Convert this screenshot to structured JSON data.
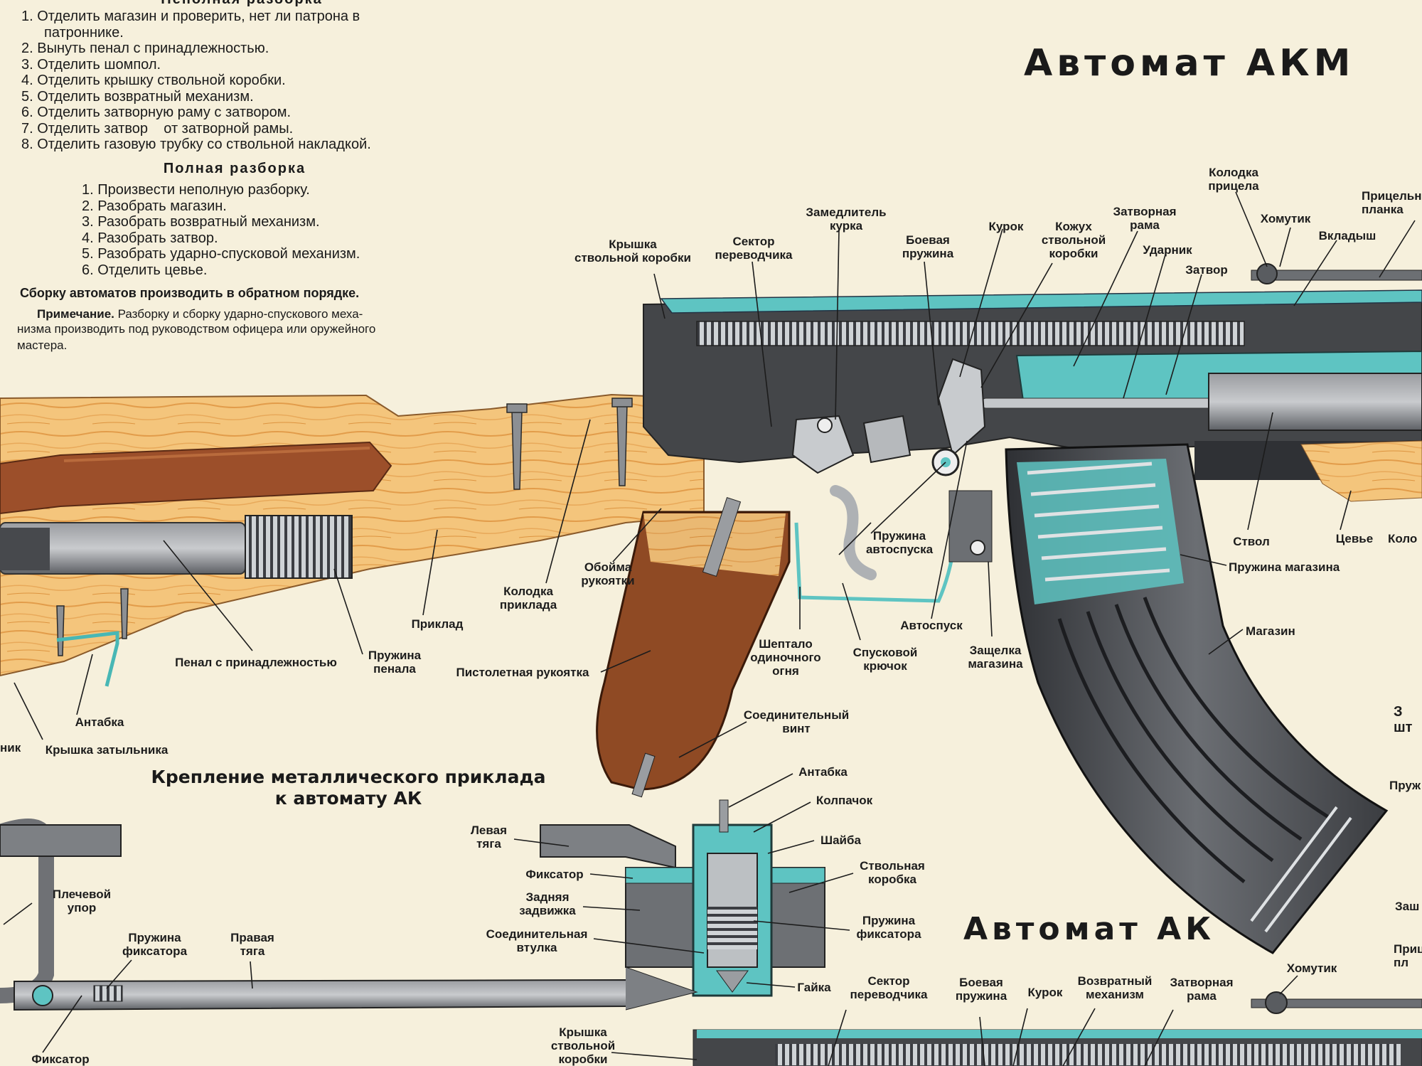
{
  "colors": {
    "paper": "#f6f0dc",
    "teal": "#5ec4c2",
    "metal": "#7b7d80",
    "dark": "#3a3c40",
    "wood_light": "#f2c27a",
    "wood_dark": "#8a4a2c"
  },
  "partial": {
    "title": "Неполная разборка",
    "items": [
      "1. Отделить магазин и проверить, нет ли патрона в",
      "патроннике.",
      "2. Вынуть пенал с принадлежностью.",
      "3. Отделить шомпол.",
      "4. Отделить крышку ствольной коробки.",
      "5. Отделить возвратный механизм.",
      "6. Отделить затворную раму с затвором.",
      "7. Отделить затвор    от затворной рамы.",
      "8. Отделить газовую трубку со ствольной накладкой."
    ]
  },
  "full": {
    "title": "Полная разборка",
    "items": [
      "1. Произвести неполную разборку.",
      "2. Разобрать магазин.",
      "3. Разобрать возвратный механизм.",
      "4. Разобрать затвор.",
      "5. Разобрать ударно-спусковой механизм.",
      "6. Отделить цевье."
    ]
  },
  "assembly": "Сборку автоматов производить в обратном порядке.",
  "note": {
    "label": "Примечание.",
    "lines": [
      "Разборку и сборку ударно-спускового меха-",
      "низма производить под руководством офицера или оружейного",
      "мастера."
    ]
  },
  "title_akm": "Автомат АКМ",
  "title_ak": "Автомат АК",
  "stock_title": [
    "Крепление металлического приклада",
    "к автомату АК"
  ],
  "labels": {
    "krysh_ko": "Крышка\nствольной коробки",
    "sektor": "Сектор\nпереводчика",
    "zamedl": "Замедлитель\nкурка",
    "boev": "Боевая\nпружина",
    "kurok": "Курок",
    "kozhuh": "Кожух\nствольной\nкоробки",
    "zatv_rama": "Затворная\nрама",
    "udarnik": "Ударник",
    "zatvor": "Затвор",
    "kolodka_pric": "Колодка\nприцела",
    "homutik": "Хомутик",
    "vkladysh": "Вкладыш",
    "pricel": "Прицельн\nпланка",
    "stvol": "Ствол",
    "cevie": "Цевье",
    "kolo": "Коло",
    "pruzh_mag": "Пружина магазина",
    "magazin": "Магазин",
    "obojma": "Обойма\nрукоятки",
    "kolodka_prik": "Колодка\nприклада",
    "priklad": "Приклад",
    "pruzh_pen": "Пружина\nпенала",
    "penal": "Пенал с принадлежностью",
    "pistol": "Пистолетная рукоятка",
    "pruzh_avto": "Пружина\nавтоспуска",
    "avtospusk": "Автоспуск",
    "sheptalo": "Шептало\nодиночного\nогня",
    "spusk": "Спусковой\nкрючок",
    "zashch": "Защелка\nмагазина",
    "soed_vint": "Соединительный\nвинт",
    "antabka": "Антабка",
    "kryshka_zat": "Крышка затыльника",
    "nik": "ник",
    "z_sht": "З\nшт",
    "pruzh_r": "Пруж",
    "zash_r": "Заш",
    "pric_r": "Приц\nпл"
  },
  "lower": {
    "antabka": "Антабка",
    "kolpachok": "Колпачок",
    "shaiba": "Шайба",
    "stv_kor": "Ствольная\nкоробка",
    "levaya": "Левая\nтяга",
    "fiksator": "Фиксатор",
    "zadn": "Задняя\nзадвижка",
    "soed_vt": "Соединительная\nвтулка",
    "pruzh_fix": "Пружина\nфиксатора",
    "gaika": "Гайка",
    "plech": "Плечевой\nупор",
    "pruzh_fix2": "Пружина\nфиксатора",
    "pravaya": "Правая\nтяга",
    "fiks2": "Фиксатор",
    "krysh2": "Крышка\nствольной\nкоробки",
    "sektor2": "Сектор\nпереводчика",
    "boev2": "Боевая\nпружина",
    "kurok2": "Курок",
    "vozvr": "Возвратный\nмеханизм",
    "zatv_rama2": "Затворная\nрама",
    "homutik2": "Хомутик"
  }
}
